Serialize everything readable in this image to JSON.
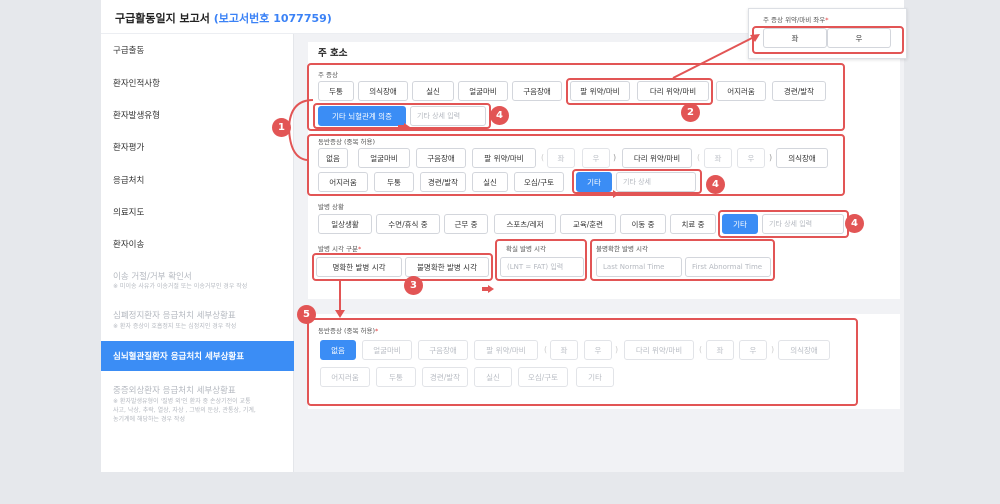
{
  "window": {
    "title": "구급활동일지 보고서",
    "report_no": "(보고서번호 1077759)"
  },
  "sidebar": {
    "items": [
      {
        "label": "구급출동"
      },
      {
        "label": "환자인적사항"
      },
      {
        "label": "환자발생유형"
      },
      {
        "label": "환자평가"
      },
      {
        "label": "응급처치"
      },
      {
        "label": "의료지도"
      },
      {
        "label": "환자이송"
      },
      {
        "label": "이송 거절/거부 확인서",
        "sub": "※ 미이송 사유가 이송거절 또는 이송거부인 경우 작성"
      },
      {
        "label": "심폐정지환자 응급처치 세부상황표",
        "sub": "※ 환자 증상이 호흡정지 또는 심정지인 경우 작성"
      },
      {
        "label": "심뇌혈관질환자 응급처치 세부상황표"
      },
      {
        "label": "중증외상환자 응급처치 세부상황표",
        "sub1": "※ 환자발생유형이 '질병 외'인 환자 중 손상기전이 교통",
        "sub2": "사고, 낙상, 추락, 열상, 자상 , 그밖의 둔상, 관통상, 기계,",
        "sub3": "농기계에 해당하는 경우 작성"
      }
    ]
  },
  "main": {
    "heading": "주 호소",
    "chief": {
      "label": "주 증상",
      "row1": [
        "두통",
        "의식장애",
        "실신",
        "얼굴마비",
        "구음장애",
        "팔 위약/마비",
        "다리 위약/마비",
        "어지러움",
        "경련/발작"
      ],
      "row2_selected": "기타 뇌혈관계 의증",
      "detail_placeholder": "기타 상세 입력"
    },
    "accompany": {
      "label": "동반증상 (중복 허용)",
      "row1": [
        "없음",
        "얼굴마비",
        "구음장애",
        "팔 위약/마비",
        "좌",
        "우",
        "다리 위약/마비",
        "좌",
        "우",
        "의식장애"
      ],
      "row2": [
        "어지러움",
        "두통",
        "경련/발작",
        "실신",
        "오심/구토",
        "기타"
      ],
      "detail_placeholder": "기타 상세"
    },
    "onset_situation": {
      "label": "발병 상황",
      "options": [
        "일상생활",
        "수면/휴식 중",
        "근무 중",
        "스포츠/레저",
        "교육/훈련",
        "이동 중",
        "치료 중",
        "기타"
      ],
      "detail_placeholder": "기타 상세 입력"
    },
    "onset_time": {
      "label": "발병 시각 구분",
      "options": [
        "명확한 발병 시각",
        "불명확한 발병 시각"
      ],
      "clear_label": "확실 발병 시각",
      "clear_placeholder": "(LNT = FAT) 입력",
      "unclear_label": "불명확한 발병 시각",
      "lnt_placeholder": "Last Normal Time",
      "fat_placeholder": "First Abnormal Time"
    },
    "accompany2": {
      "label": "동반증상 (중복 허용)",
      "row1": [
        "없음",
        "얼굴마비",
        "구음장애",
        "팔 위약/마비",
        "좌",
        "우",
        "다리 위약/마비",
        "좌",
        "우",
        "의식장애"
      ],
      "row2": [
        "어지러움",
        "두통",
        "경련/발작",
        "실신",
        "오심/구토",
        "기타"
      ]
    }
  },
  "popup": {
    "label": "주 증상 위약/마비 좌우",
    "left": "좌",
    "right": "우"
  },
  "badges": [
    "1",
    "2",
    "3",
    "4",
    "5"
  ],
  "colors": {
    "accent": "#3b8df5",
    "annotation": "#e25555",
    "required": "#e23b3b"
  }
}
